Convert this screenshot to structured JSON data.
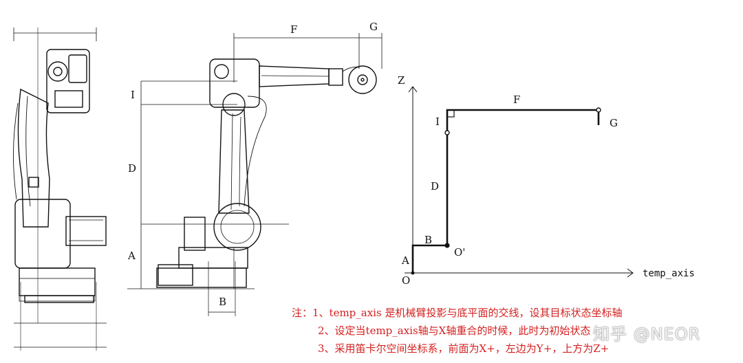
{
  "left_drawing": {
    "dim_labels": {
      "F": "F",
      "G": "G",
      "I": "I",
      "D": "D",
      "A": "A",
      "B": "B"
    }
  },
  "axis_diagram": {
    "z_label": "Z",
    "x_label": "temp_axis",
    "origin_label": "O",
    "o_prime_label": "O'",
    "segments": {
      "A": "A",
      "B": "B",
      "D": "D",
      "I": "I",
      "F": "F",
      "G": "G"
    }
  },
  "notes": [
    "注：1、temp_axis 是机械臂投影与底平面的交线，设其目标状态坐标轴",
    "2、设定当temp_axis轴与X轴重合的时候，此时为初始状态",
    "3、采用笛卡尔空间坐标系，前面为X+，左边为Y+，上方为Z+"
  ],
  "watermark": "知乎 @NEOR",
  "colors": {
    "line": "#111111",
    "note": "#d42020"
  }
}
